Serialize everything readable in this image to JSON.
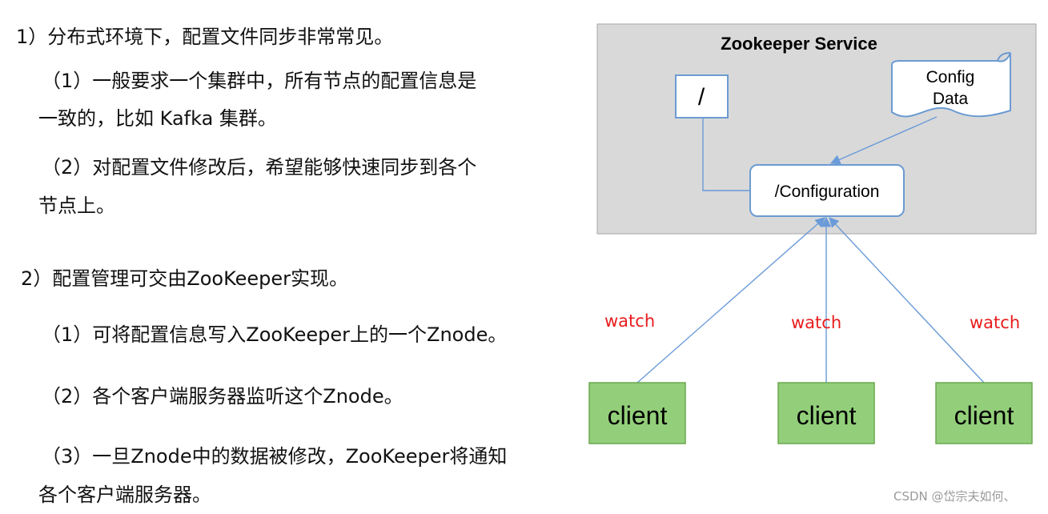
{
  "text": {
    "p1": "1）分布式环境下，配置文件同步非常常见。",
    "p1_1a": "（1）一般要求一个集群中，所有节点的配置信息是",
    "p1_1b": "一致的，比如 Kafka 集群。",
    "p1_2a": "（2）对配置文件修改后，希望能够快速同步到各个",
    "p1_2b": "节点上。",
    "p2": "2）配置管理可交由ZooKeeper实现。",
    "p2_1": "（1）可将配置信息写入ZooKeeper上的一个Znode。",
    "p2_2": "（2）各个客户端服务器监听这个Znode。",
    "p2_3a": "（3）一旦Znode中的数据被修改，ZooKeeper将通知",
    "p2_3b": "各个客户端服务器。"
  },
  "diagram": {
    "service_title": "Zookeeper Service",
    "root_node": "/",
    "config_data_line1": "Config",
    "config_data_line2": "Data",
    "configuration_node": "/Configuration",
    "clients": [
      "client",
      "client",
      "client"
    ],
    "watch_labels": [
      "watch",
      "watch",
      "watch"
    ],
    "colors": {
      "service_bg": "#d9d9d9",
      "service_border": "#a6a6a6",
      "node_border": "#6c9bd2",
      "line": "#6a9bd8",
      "client_fill": "#93cf7a",
      "client_border": "#6aa84f",
      "watch": "#e81c1c"
    }
  },
  "watermark": "CSDN @岱宗夫如何、"
}
